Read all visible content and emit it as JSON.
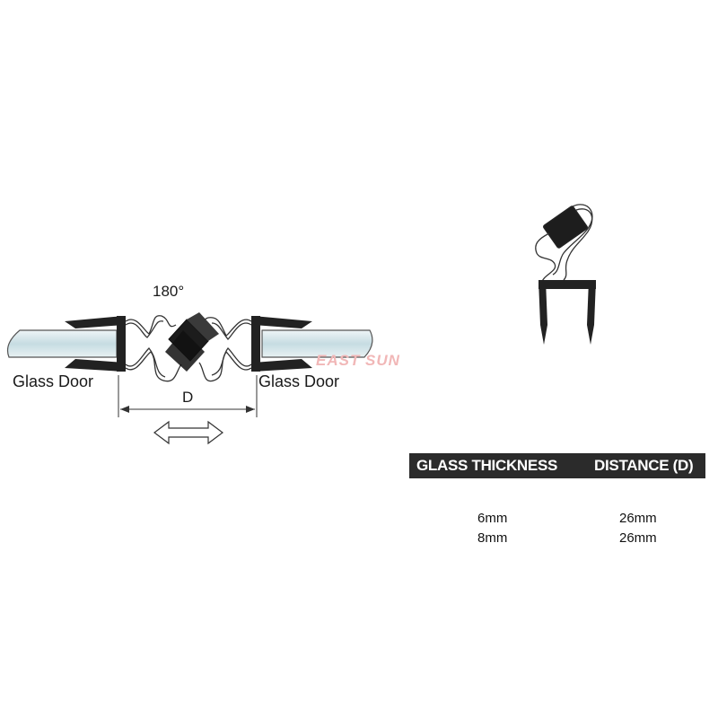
{
  "diagram": {
    "angle_label": "180°",
    "left_label": "Glass Door",
    "right_label": "Glass Door",
    "dimension_label": "D",
    "watermark": "EAST SUN"
  },
  "table": {
    "headers": [
      "GLASS THICKNESS",
      "DISTANCE (D)"
    ],
    "rows": [
      [
        "6mm",
        "26mm"
      ],
      [
        "8mm",
        "26mm"
      ]
    ]
  },
  "colors": {
    "glass": "#c8dde3",
    "profile": "#222222",
    "header_bg": "#2b2b2b",
    "watermark": "#f1b7b7"
  }
}
